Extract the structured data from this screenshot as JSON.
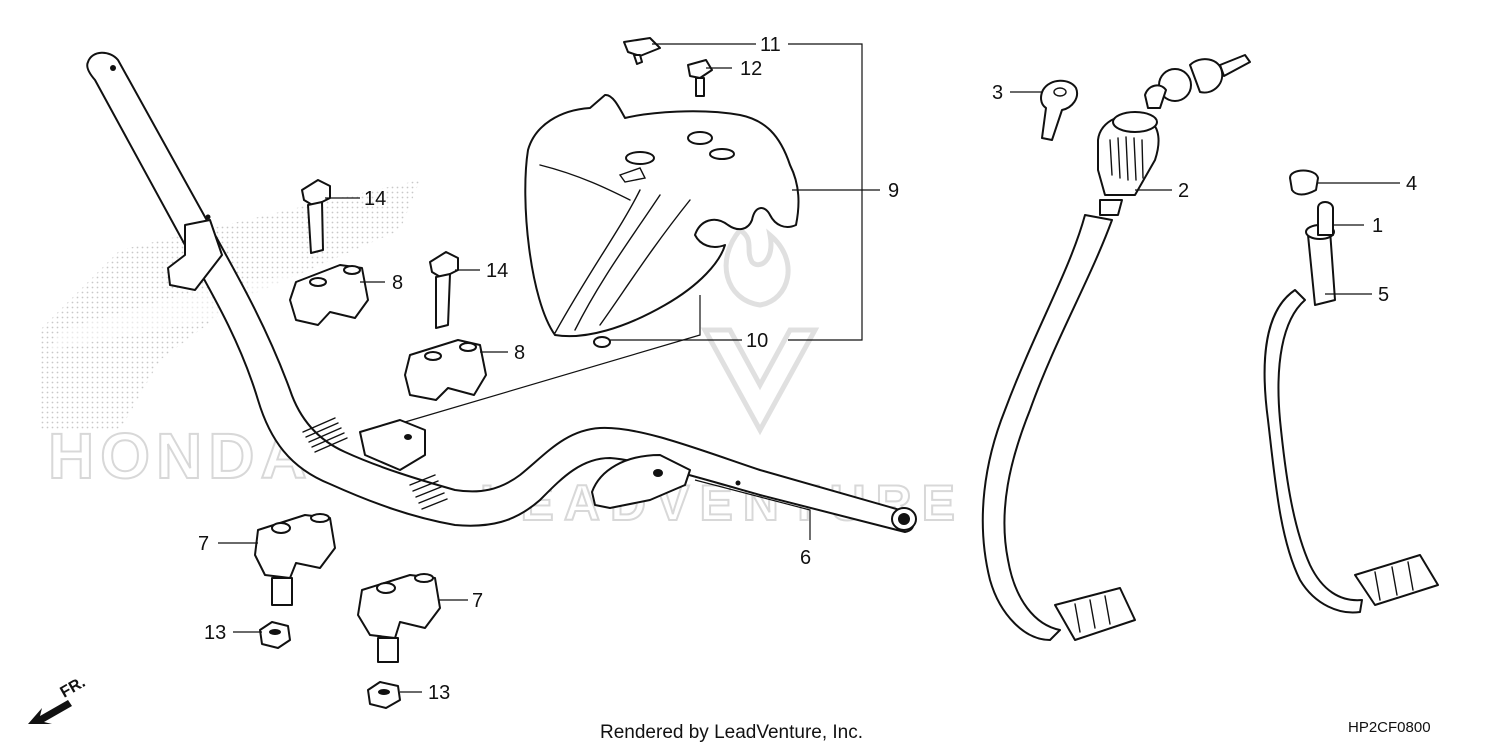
{
  "diagram": {
    "callouts": [
      "1",
      "2",
      "3",
      "4",
      "5",
      "6",
      "7",
      "7",
      "8",
      "8",
      "9",
      "10",
      "11",
      "12",
      "13",
      "13",
      "14",
      "14"
    ],
    "footer_text": "Rendered by LeadVenture, Inc.",
    "diagram_code": "HP2CF0800",
    "direction_label": "FR.",
    "watermark_brand": "HONDA",
    "watermark_text": "LEADVENTURE"
  }
}
